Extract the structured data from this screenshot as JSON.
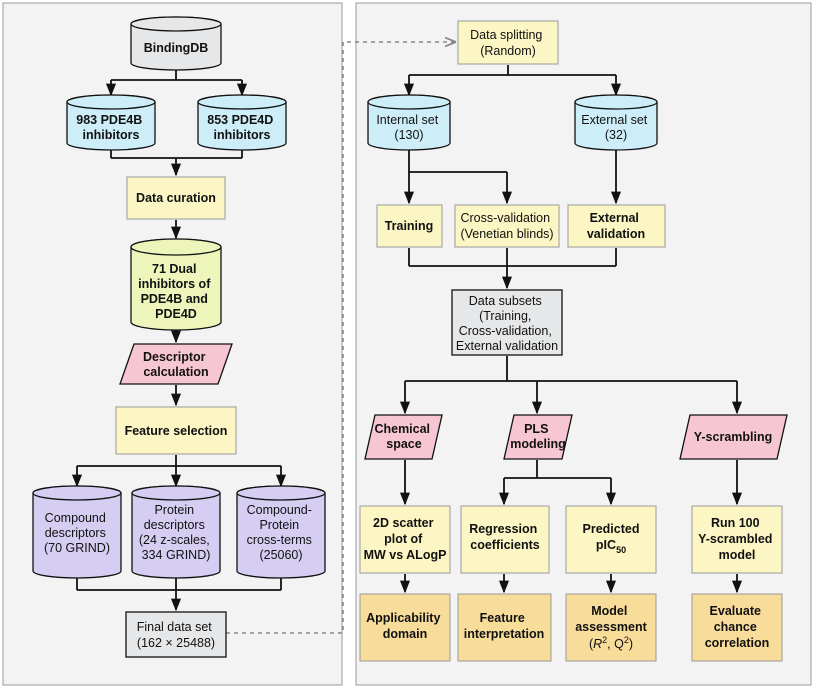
{
  "left_panel": {
    "source": [
      "BindingDB"
    ],
    "pde4b": [
      "983 PDE4B",
      "inhibitors"
    ],
    "pde4d": [
      "853 PDE4D",
      "inhibitors"
    ],
    "curation": [
      "Data curation"
    ],
    "dual": [
      "71 Dual",
      "inhibitors of",
      "PDE4B and",
      "PDE4D"
    ],
    "descriptor_calc": [
      "Descriptor",
      "calculation"
    ],
    "feature_selection": [
      "Feature selection"
    ],
    "compound_desc": [
      "Compound",
      "descriptors",
      "(70 GRIND)"
    ],
    "protein_desc": [
      "Protein",
      "descriptors",
      "(24 z-scales,",
      "334 GRIND)"
    ],
    "cross_terms": [
      "Compound-",
      "Protein",
      "cross-terms",
      "(25060)"
    ],
    "final": [
      "Final data set",
      "(162 × 25488)"
    ]
  },
  "right_panel": {
    "splitting": [
      "Data splitting",
      "(Random)"
    ],
    "internal": [
      "Internal set",
      "(130)"
    ],
    "external": [
      "External set",
      "(32)"
    ],
    "training": [
      "Training"
    ],
    "crossval": [
      "Cross-validation",
      "(Venetian blinds)"
    ],
    "extval": [
      "External",
      "validation"
    ],
    "subsets": [
      "Data subsets",
      "(Training,",
      "Cross-validation,",
      "External validation"
    ],
    "chemspace": [
      "Chemical",
      "space"
    ],
    "pls": [
      "PLS",
      "modeling"
    ],
    "yscr": [
      "Y-scrambling"
    ],
    "scatter": [
      "2D scatter",
      "plot of",
      "MW vs ALogP"
    ],
    "regression": [
      "Regression",
      "coefficients"
    ],
    "predicted": [
      "Predicted",
      "pIC",
      "50"
    ],
    "run100": [
      "Run 100",
      "Y-scrambled",
      "model"
    ],
    "applicability": [
      "Applicability",
      "domain"
    ],
    "feature_interp": [
      "Feature",
      "interpretation"
    ],
    "model_assess": [
      "Model",
      "assessment",
      "(",
      "R",
      "2",
      ", Q",
      "2",
      ")"
    ],
    "evaluate": [
      "Evaluate",
      "chance",
      "correlation"
    ]
  },
  "colors": {
    "panel_bg": "#f3f3f3",
    "panel_border": "#999999",
    "grey_fill": "#e6e7e8",
    "blue_fill": "#cdeef8",
    "yellow_fill": "#fbf6c3",
    "green_fill": "#eef5bb",
    "pink_fill": "#f7c6d3",
    "purple_fill": "#d6cdf2",
    "orange_fill": "#f7dc9a",
    "arrow": "#111111",
    "dashed": "#888888"
  }
}
